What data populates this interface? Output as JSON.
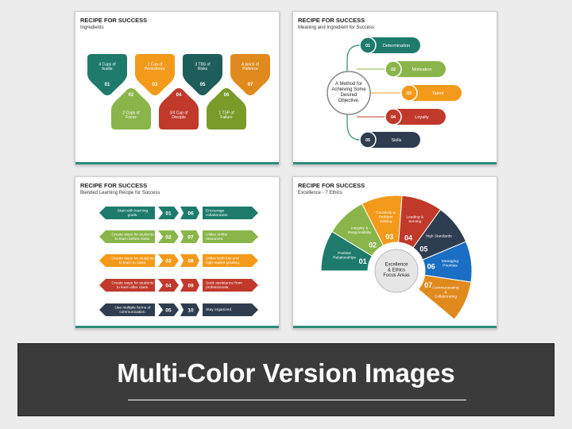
{
  "colors": {
    "teal": "#1e7b6b",
    "orange": "#f39a1b",
    "darkteal": "#1e5e5a",
    "amber": "#e08a1e",
    "green": "#8ab54a",
    "red": "#c0392b",
    "olive": "#7a9a2a",
    "navy": "#2e3e50",
    "blue": "#1a6fc4"
  },
  "slides": [
    {
      "title": "RECIPE FOR SUCCESS",
      "subtitle": "Ingredients",
      "items": [
        {
          "num": "01",
          "text": "4 Cups of hustle"
        },
        {
          "num": "02",
          "text": "2 Cups of Focus"
        },
        {
          "num": "03",
          "text": "1 Cup of Persistence"
        },
        {
          "num": "04",
          "text": "3/4 Cup of Disciple"
        },
        {
          "num": "05",
          "text": "3 TBS of Risks"
        },
        {
          "num": "06",
          "text": "1 TSP of Failure"
        },
        {
          "num": "07",
          "text": "A pinch of Patience"
        }
      ]
    },
    {
      "title": "RECIPE FOR SUCCESS",
      "subtitle": "Meaning and Ingredient for Success",
      "center_text": "A Method for Achieving Some Desired Objective.",
      "items": [
        {
          "num": "01",
          "text": "Determination"
        },
        {
          "num": "02",
          "text": "Motivation"
        },
        {
          "num": "03",
          "text": "Talent"
        },
        {
          "num": "04",
          "text": "Loyalty"
        },
        {
          "num": "05",
          "text": "Skills"
        }
      ]
    },
    {
      "title": "RECIPE FOR SUCCESS",
      "subtitle": "Blended Learning Recipe for Success",
      "left": [
        {
          "num": "01",
          "text": "Start with learning goals."
        },
        {
          "num": "02",
          "text": "Create ways for students to learn before class."
        },
        {
          "num": "03",
          "text": "Create ways for students to learn in class."
        },
        {
          "num": "04",
          "text": "Create ways for students to learn after class."
        },
        {
          "num": "05",
          "text": "Use multiple forms of communication."
        }
      ],
      "right": [
        {
          "num": "06",
          "text": "Encourage collaboration."
        },
        {
          "num": "07",
          "text": "Utilize online resources."
        },
        {
          "num": "08",
          "text": "Utilize both low and high-stakes grading."
        },
        {
          "num": "09",
          "text": "Seek assistance from professionals."
        },
        {
          "num": "10",
          "text": "Stay organized."
        }
      ]
    },
    {
      "title": "RECIPE FOR SUCCESS",
      "subtitle": "Excellence - 7 Ethics",
      "center_text": "Excellence & Ethics Focus Areas",
      "items": [
        {
          "num": "01",
          "text": "Positive Relationships"
        },
        {
          "num": "02",
          "text": "Integrity & Responsibility"
        },
        {
          "num": "03",
          "text": "Creativity & Problem Solving"
        },
        {
          "num": "04",
          "text": "Leading & Serving"
        },
        {
          "num": "05",
          "text": "High Standards"
        },
        {
          "num": "06",
          "text": "Managing Priorities"
        },
        {
          "num": "07",
          "text": "Communicating & Collaborating"
        }
      ]
    }
  ],
  "banner": {
    "title": "Multi-Color Version Images"
  }
}
